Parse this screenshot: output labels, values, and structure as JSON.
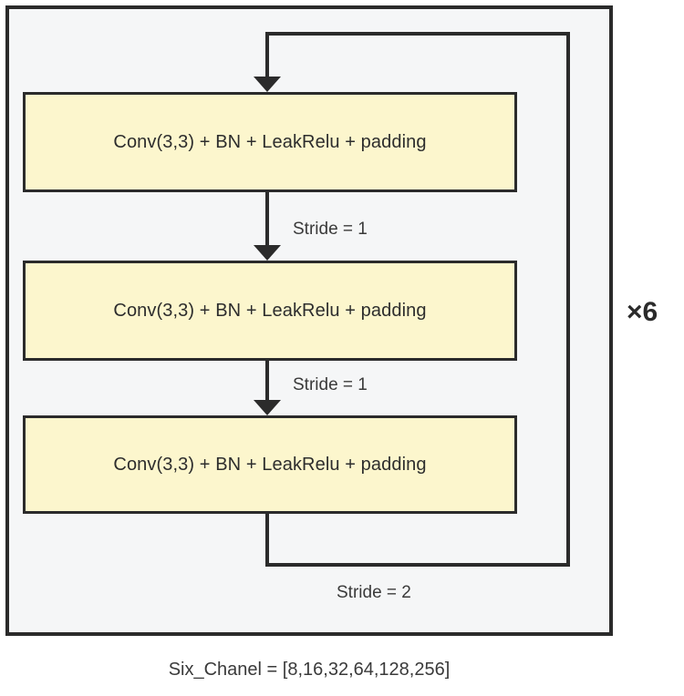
{
  "diagram": {
    "title_caption": "Six_Chanel = [8,16,32,64,128,256]",
    "repeat_multiplier": "×6",
    "colors": {
      "block_fill": "#fcf6cd",
      "block_border": "#2b2b2b",
      "container_fill": "#f5f6f7",
      "container_border": "#2b2b2b",
      "connector": "#2b2b2b",
      "text": "#333333"
    },
    "blocks": [
      {
        "id": "conv-block-1",
        "label": "Conv(3,3) + BN + LeakRelu + padding"
      },
      {
        "id": "conv-block-2",
        "label": "Conv(3,3) + BN + LeakRelu + padding"
      },
      {
        "id": "conv-block-3",
        "label": "Conv(3,3) + BN + LeakRelu + padding"
      }
    ],
    "edges": [
      {
        "id": "edge-input-to-block1",
        "label": "",
        "from": "skip-return",
        "to": "conv-block-1",
        "arrow": true
      },
      {
        "id": "edge-block1-to-block2",
        "label": "Stride = 1",
        "from": "conv-block-1",
        "to": "conv-block-2",
        "arrow": true
      },
      {
        "id": "edge-block2-to-block3",
        "label": "Stride = 1",
        "from": "conv-block-2",
        "to": "conv-block-3",
        "arrow": true
      },
      {
        "id": "edge-block3-loopback",
        "label": "Stride = 2",
        "from": "conv-block-3",
        "to": "conv-block-1",
        "arrow": false
      }
    ]
  }
}
